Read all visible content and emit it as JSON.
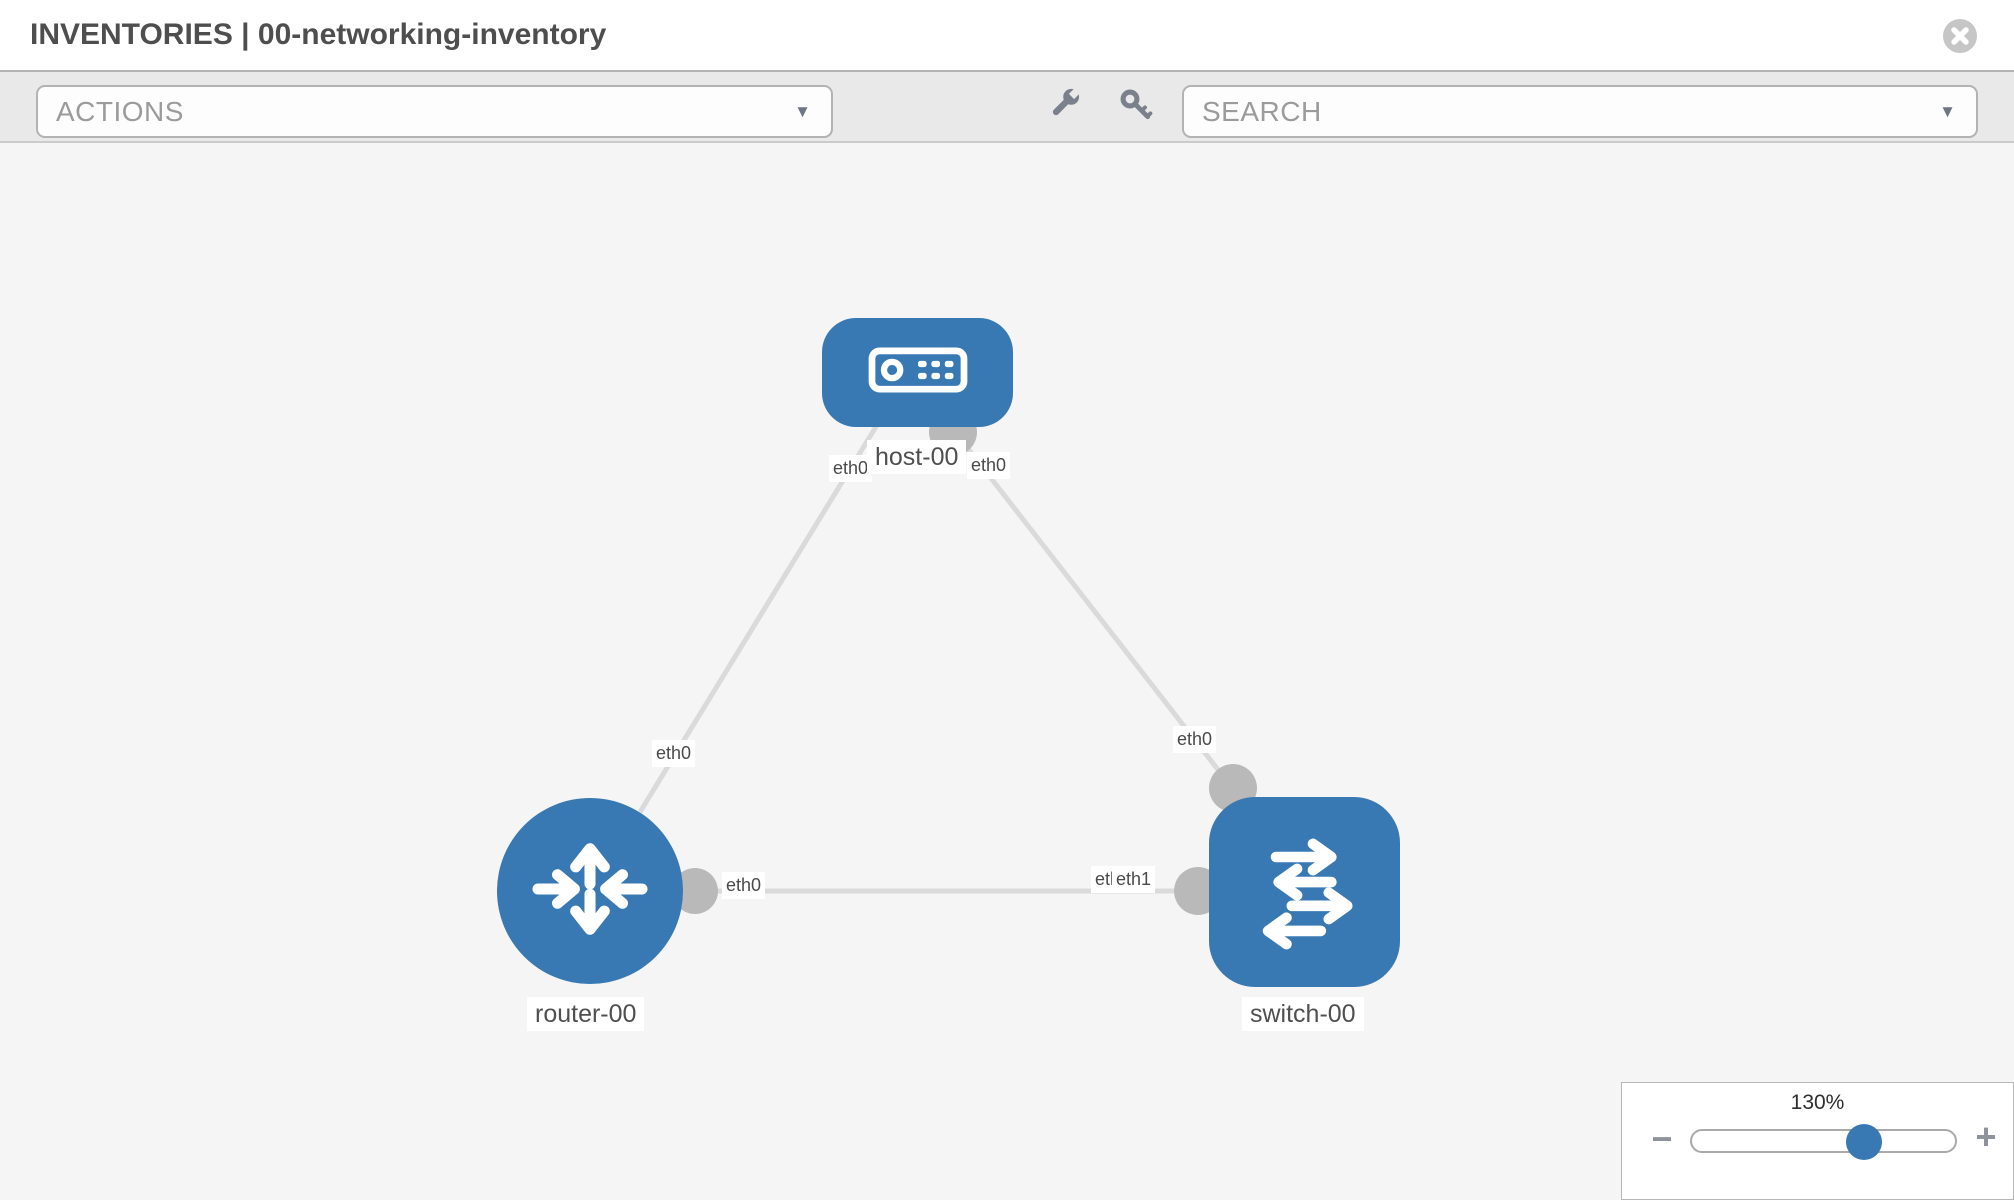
{
  "header": {
    "title": "INVENTORIES | 00-networking-inventory"
  },
  "toolbar": {
    "actions_label": "ACTIONS",
    "search_placeholder": "SEARCH"
  },
  "icons": {
    "dropdown_arrow": "▼",
    "minus": "−",
    "plus": "+"
  },
  "diagram": {
    "nodes": [
      {
        "id": "host-00",
        "type": "host",
        "label": "host-00"
      },
      {
        "id": "router-00",
        "type": "router",
        "label": "router-00"
      },
      {
        "id": "switch-00",
        "type": "switch",
        "label": "switch-00"
      }
    ],
    "links": [
      {
        "from": "host-00",
        "from_interface": "eth0",
        "to": "router-00",
        "to_interface": "eth0"
      },
      {
        "from": "host-00",
        "from_interface": "eth0",
        "to": "switch-00",
        "to_interface": "eth0"
      },
      {
        "from": "router-00",
        "from_interface": "eth0",
        "to": "switch-00",
        "to_interface": "eth1"
      }
    ]
  },
  "zoom_control": {
    "level": "130%"
  },
  "colors": {
    "node_blue": "#3879b4",
    "link_gray": "#dadada",
    "interface_gray": "#b9b9b9",
    "toolbar_bg": "#e9e9e9",
    "canvas_bg": "#f5f5f5"
  }
}
